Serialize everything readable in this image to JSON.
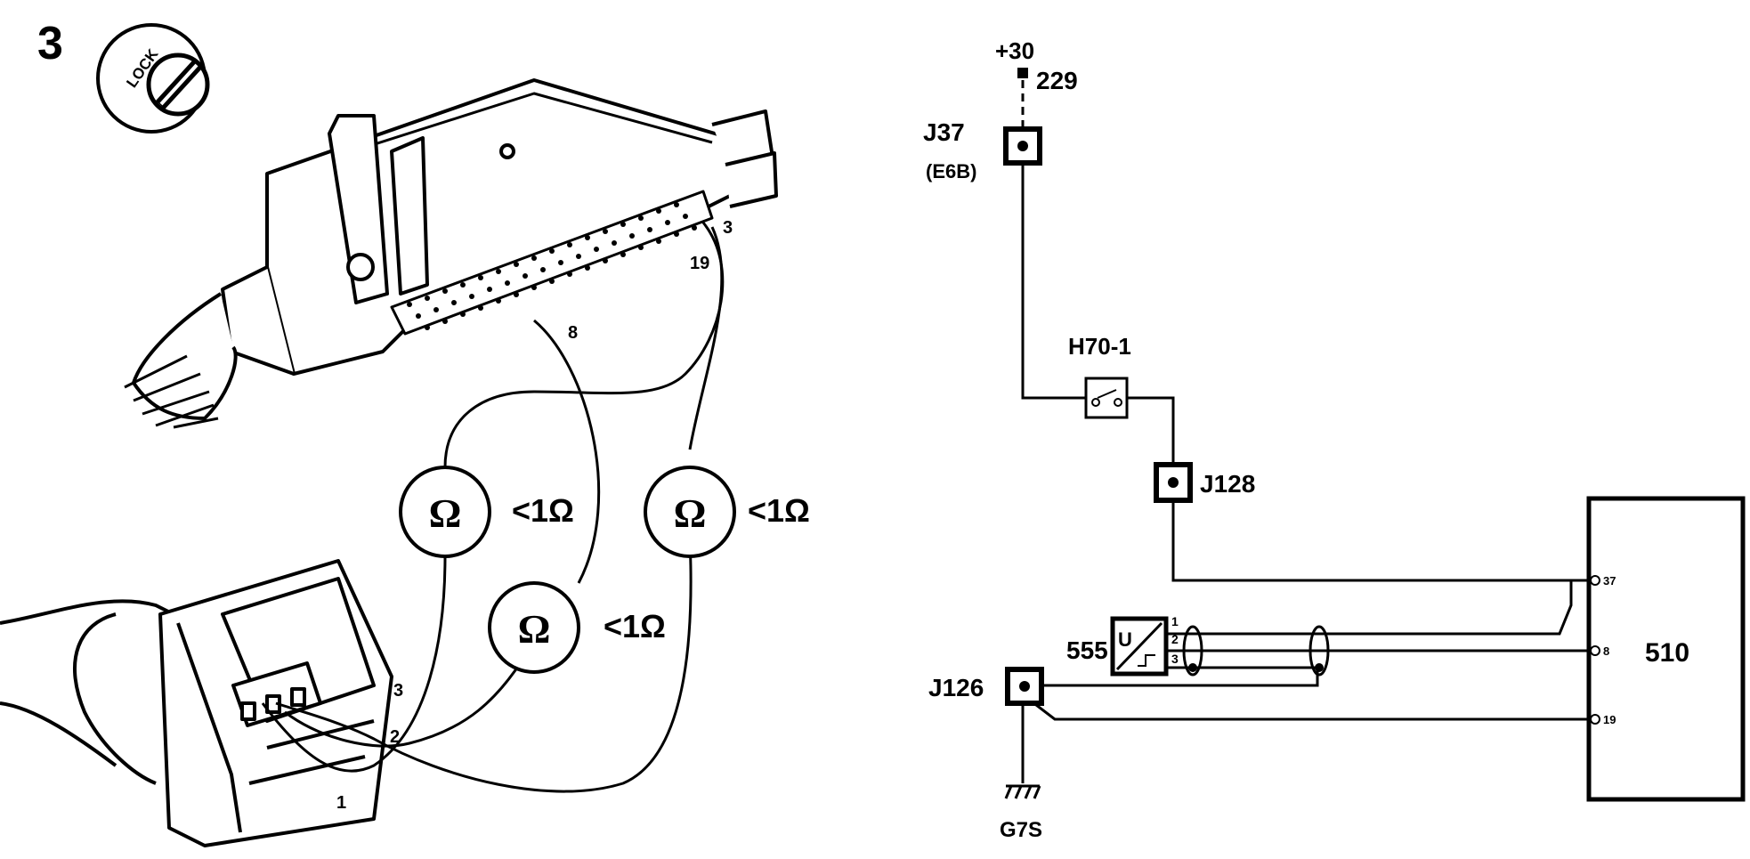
{
  "step_number": "3",
  "lock_label": "LOCK",
  "ecu_connector_pins": {
    "a": "3",
    "b": "19",
    "c": "8"
  },
  "sensor_connector_pins": {
    "a": "3",
    "b": "2",
    "c": "1"
  },
  "ohm_symbol": "Ω",
  "ohm_values": [
    "<1Ω",
    "<1Ω",
    "<1Ω"
  ],
  "schematic": {
    "supply_label": "+30",
    "supply_wire": "229",
    "j37_label": "J37",
    "j37_sub": "(E6B)",
    "fuse_label": "H70-1",
    "j128_label": "J128",
    "sensor_label": "555",
    "sensor_pins": [
      "1",
      "2",
      "3"
    ],
    "j126_label": "J126",
    "ground_label": "G7S",
    "ecu_label": "510",
    "ecu_pins": [
      "37",
      "8",
      "19"
    ]
  }
}
